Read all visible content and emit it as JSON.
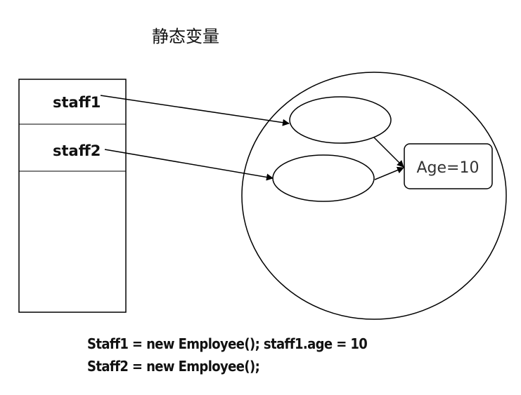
{
  "title": "静态变量",
  "stack": {
    "cells": [
      {
        "label": "staff1"
      },
      {
        "label": "staff2"
      }
    ]
  },
  "heap": {
    "age_label": "Age=10"
  },
  "code": {
    "lines": [
      "Staff1 = new Employee(); staff1.age = 10",
      "Staff2 = new Employee();"
    ]
  },
  "colors": {
    "stroke": "#000000",
    "text": "#111111"
  }
}
